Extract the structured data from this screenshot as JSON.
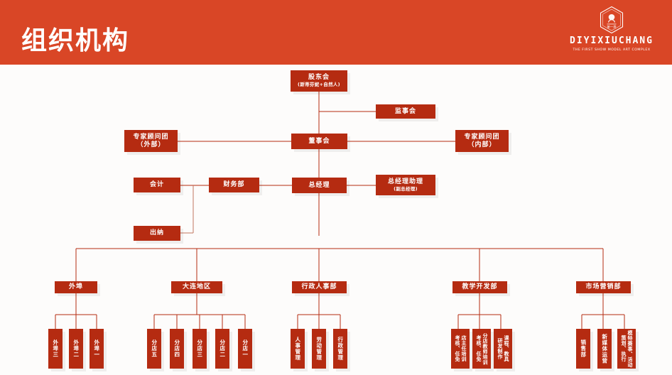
{
  "header": {
    "title": "组织机构",
    "accent_color": "#d94626",
    "logo": {
      "wordmark": "DIYIXIUCHANG",
      "tagline": "THE FIRST SHOW MODEL ART COMPLEX",
      "mark_name": "hexagon-model-emblem"
    }
  },
  "theme": {
    "node_color": "#b52b11",
    "line_color": "#b52b11",
    "soft_line_color": "#c98a78",
    "page_background": "#fdfcfb",
    "text_color": "#ffffff"
  },
  "chart_data": {
    "type": "diagram",
    "title": "组织机构",
    "nodes": [
      {
        "id": "shareholders",
        "label": "股东会",
        "sublabel": "(斯蒂芬妮+自然人)",
        "level": 0
      },
      {
        "id": "supervisory",
        "label": "监事会",
        "level": 1
      },
      {
        "id": "board",
        "label": "董事会",
        "level": 1
      },
      {
        "id": "advisor-external",
        "label": "专家顾问团",
        "sublabel": "（外部）",
        "level": 1
      },
      {
        "id": "advisor-internal",
        "label": "专家顾问团",
        "sublabel": "（内部）",
        "level": 1
      },
      {
        "id": "gm",
        "label": "总经理",
        "level": 2
      },
      {
        "id": "gm-assistant",
        "label": "总经理助理",
        "sublabel": "(副总经理)",
        "level": 2
      },
      {
        "id": "finance-dept",
        "label": "财务部",
        "level": 2
      },
      {
        "id": "accounting",
        "label": "会计",
        "level": 3
      },
      {
        "id": "cashier",
        "label": "出纳",
        "level": 3
      },
      {
        "id": "dept-waibu",
        "label": "外埠",
        "level": 3
      },
      {
        "id": "dept-dalian",
        "label": "大连地区",
        "level": 3
      },
      {
        "id": "dept-hr",
        "label": "行政人事部",
        "level": 3
      },
      {
        "id": "dept-teaching",
        "label": "教学开发部",
        "level": 3
      },
      {
        "id": "dept-marketing",
        "label": "市场营销部",
        "level": 3
      }
    ],
    "branches": {
      "waibu": [
        "外埠三",
        "外埠二",
        "外埠一"
      ],
      "dalian": [
        "分店五",
        "分店四",
        "分店三",
        "分店二",
        "分店一"
      ],
      "hr": [
        "人事管理",
        "劳动管理",
        "行政管理"
      ],
      "teaching": [
        {
          "line1": "店主任培训",
          "line2": "考核、任免"
        },
        {
          "line1": "分店教师培训",
          "line2": "考核、任免"
        },
        {
          "line1": "课程、教具",
          "line2": "研发制作"
        }
      ],
      "marketing": [
        {
          "line1": "销售部",
          "line2": ""
        },
        {
          "line1": "新媒体运营",
          "line2": ""
        },
        {
          "line1": "模特赛事、活动",
          "line2": "策划、执行"
        }
      ]
    }
  }
}
